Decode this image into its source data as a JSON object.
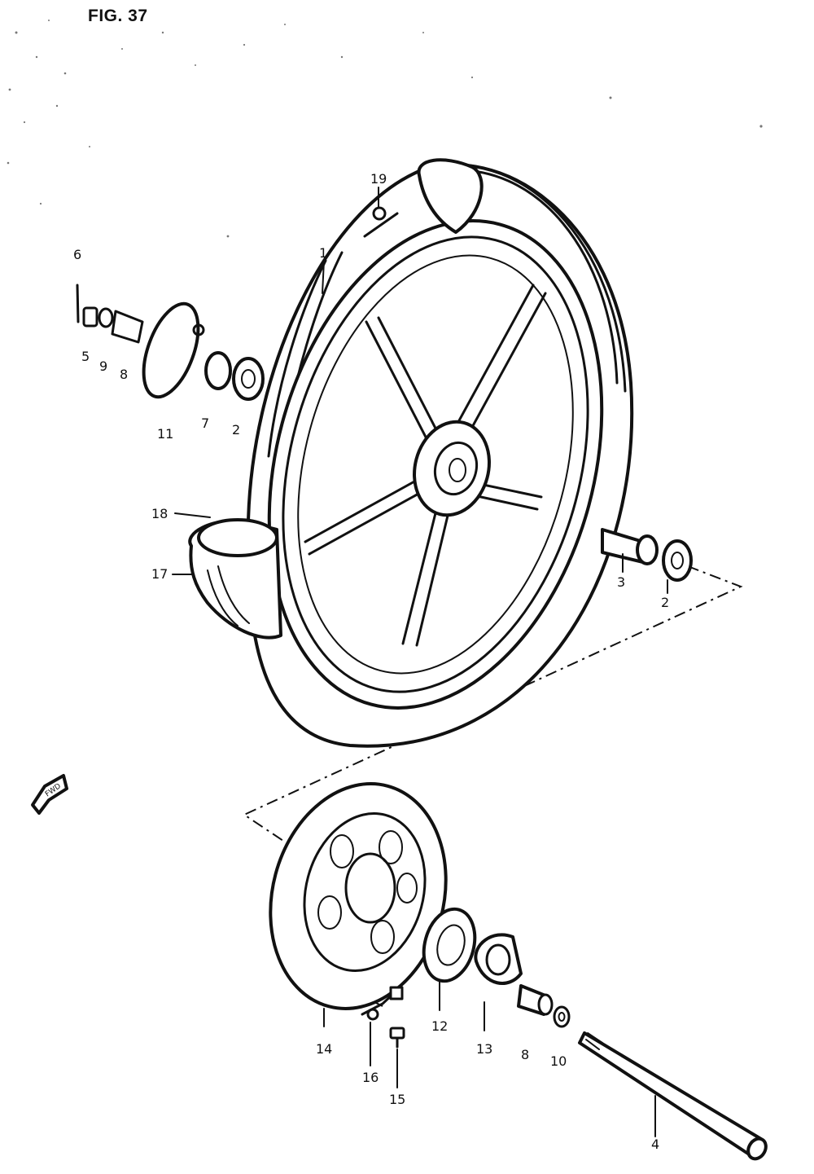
{
  "figure": {
    "title": "FIG. 37",
    "fwd_marker": "FWD"
  },
  "callouts": [
    {
      "id": "c1",
      "text": "1"
    },
    {
      "id": "c2a",
      "text": "2"
    },
    {
      "id": "c2b",
      "text": "2"
    },
    {
      "id": "c3",
      "text": "3"
    },
    {
      "id": "c4",
      "text": "4"
    },
    {
      "id": "c5",
      "text": "5"
    },
    {
      "id": "c6",
      "text": "6"
    },
    {
      "id": "c7",
      "text": "7"
    },
    {
      "id": "c8a",
      "text": "8"
    },
    {
      "id": "c8b",
      "text": "8"
    },
    {
      "id": "c9",
      "text": "9"
    },
    {
      "id": "c10",
      "text": "10"
    },
    {
      "id": "c11",
      "text": "11"
    },
    {
      "id": "c12",
      "text": "12"
    },
    {
      "id": "c13",
      "text": "13"
    },
    {
      "id": "c14",
      "text": "14"
    },
    {
      "id": "c15",
      "text": "15"
    },
    {
      "id": "c16",
      "text": "16"
    },
    {
      "id": "c17",
      "text": "17"
    },
    {
      "id": "c18",
      "text": "18"
    },
    {
      "id": "c19",
      "text": "19"
    }
  ]
}
